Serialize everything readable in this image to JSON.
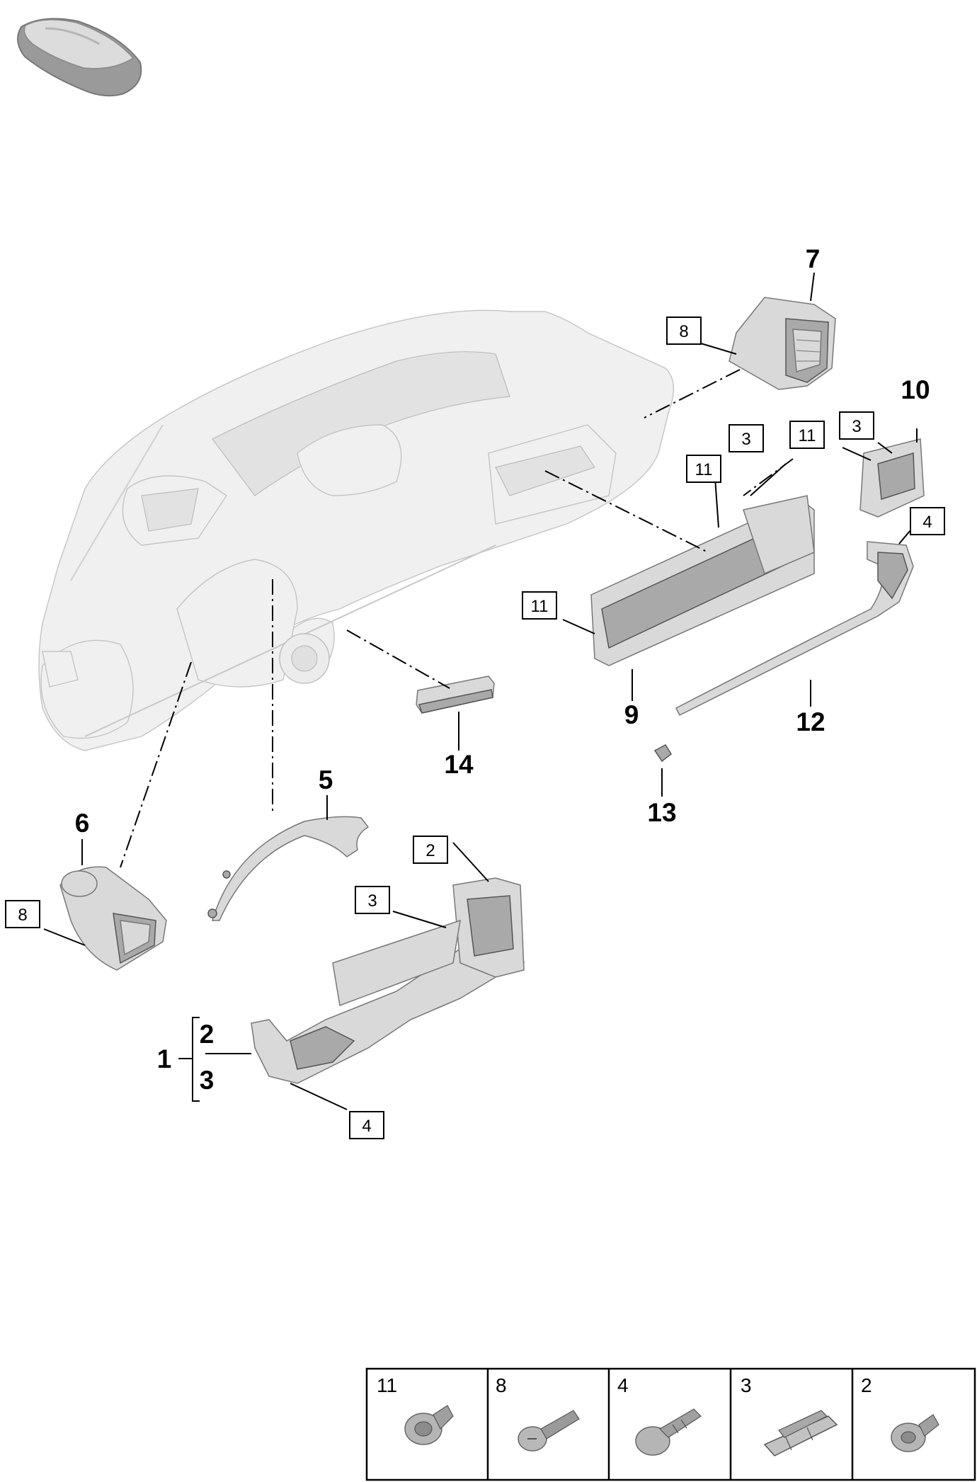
{
  "callouts": {
    "c1": "1",
    "c2": "2",
    "c3": "3",
    "c5": "5",
    "c6": "6",
    "c7": "7",
    "c9": "9",
    "c10": "10",
    "c12": "12",
    "c13": "13",
    "c14": "14"
  },
  "boxed_labels": {
    "b8_top": "8",
    "b3_mid": "3",
    "b11_mid": "11",
    "b11_right": "11",
    "b3_right": "3",
    "b4_right": "4",
    "b11_left": "11",
    "b8_left": "8",
    "b2_lower": "2",
    "b3_lower": "3",
    "b4_lower": "4"
  },
  "legend": {
    "cells": [
      {
        "label": "11",
        "icon": "push-rivet-icon"
      },
      {
        "label": "8",
        "icon": "screw-icon"
      },
      {
        "label": "4",
        "icon": "expanding-rivet-icon"
      },
      {
        "label": "3",
        "icon": "clip-strip-icon"
      },
      {
        "label": "2",
        "icon": "clip-nut-icon"
      }
    ]
  },
  "colors": {
    "part_fill": "#d9d9d9",
    "part_dark": "#a9a9a9",
    "ghost_fill": "#f0f0f0",
    "line": "#000000"
  }
}
